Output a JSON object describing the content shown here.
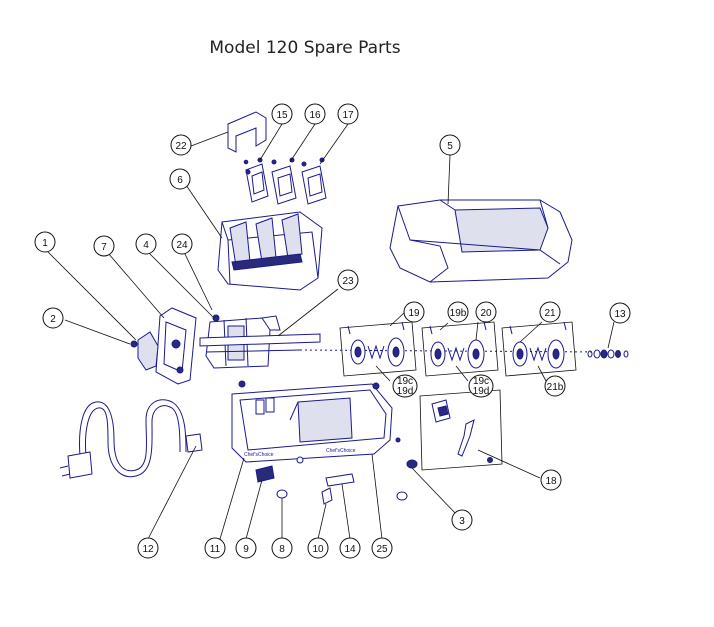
{
  "title": "Model 120 Spare Parts",
  "callouts": {
    "c1": "1",
    "c2": "2",
    "c3": "3",
    "c4": "4",
    "c5": "5",
    "c6": "6",
    "c7": "7",
    "c8": "8",
    "c9": "9",
    "c10": "10",
    "c11": "11",
    "c12": "12",
    "c13": "13",
    "c14": "14",
    "c15": "15",
    "c16": "16",
    "c17": "17",
    "c18": "18",
    "c19": "19",
    "c19b": "19b",
    "c19c": "19c",
    "c19d": "19d",
    "c20": "20",
    "c21": "21",
    "c21b": "21b",
    "c22": "22",
    "c23": "23",
    "c24": "24",
    "c25": "25"
  }
}
